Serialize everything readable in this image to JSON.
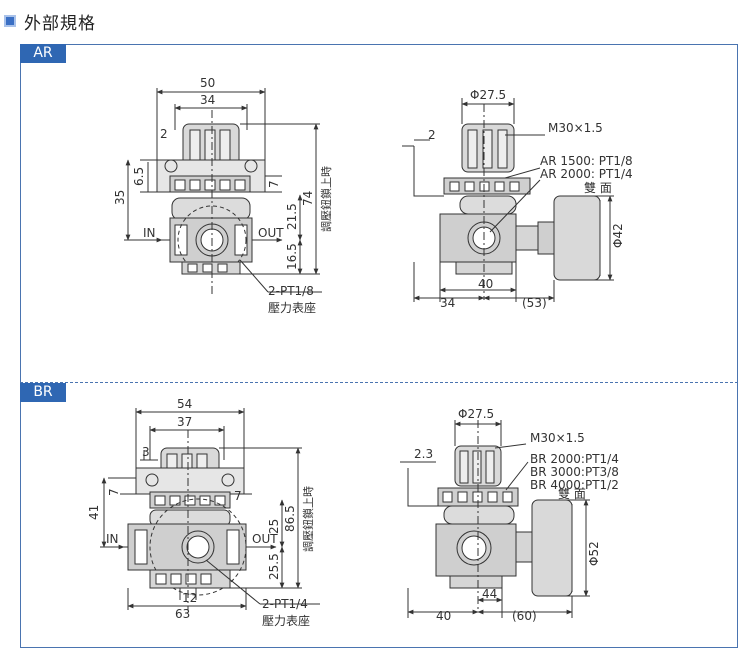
{
  "header": {
    "title": "外部規格",
    "icon": "square-bullet-icon"
  },
  "sections": {
    "ar": {
      "label": "AR",
      "front": {
        "dim_width_total": "50",
        "dim_width_inner": "34",
        "dim_2": "2",
        "dim_6_5": "6.5",
        "dim_7": "7",
        "dim_35": "35",
        "dim_21_5": "21.5",
        "dim_16_5": "16.5",
        "dim_74": "74",
        "knob_up_label": "調壓鈕鎖上時",
        "in_label": "IN",
        "out_label": "OUT",
        "gauge_port": "2-PT1/8",
        "gauge_seat": "壓力表座"
      },
      "side": {
        "dia_top": "Φ27.5",
        "dim_2": "2",
        "thread": "M30×1.5",
        "port_1": "AR 1500: PT1/8",
        "port_2": "AR 2000: PT1/4",
        "double_face": "雙 面",
        "dia_gauge": "Φ42",
        "dim_40": "40",
        "dim_34": "34",
        "dim_53": "(53)"
      }
    },
    "br": {
      "label": "BR",
      "front": {
        "dim_width_total": "54",
        "dim_width_inner": "37",
        "dim_3": "3",
        "dim_7a": "7",
        "dim_7b": "7",
        "dim_41": "41",
        "dim_25": "25",
        "dim_86_5": "86.5",
        "dim_25_5": "25.5",
        "dim_12": "12",
        "dim_63": "63",
        "knob_up_label": "調壓鈕鎖上時",
        "in_label": "IN",
        "out_label": "OUT",
        "gauge_port": "2-PT1/4",
        "gauge_seat": "壓力表座"
      },
      "side": {
        "dia_top": "Φ27.5",
        "dim_2_3": "2.3",
        "thread": "M30×1.5",
        "port_1": "BR 2000:PT1/4",
        "port_2": "BR 3000:PT3/8",
        "port_3": "BR 4000:PT1/2",
        "double_face": "雙 面",
        "dia_gauge": "Φ52",
        "dim_44": "44",
        "dim_40": "40",
        "dim_60": "(60)"
      }
    }
  }
}
